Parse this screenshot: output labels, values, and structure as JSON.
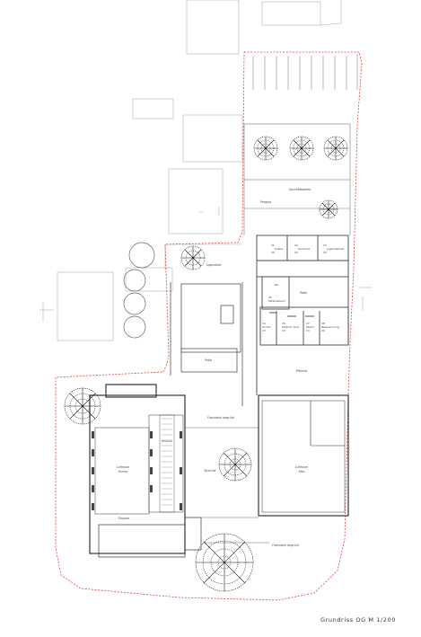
{
  "caption": "Grundriss OG M 1/200",
  "labels": {
    "geschaeftsstelle": "Geschäftsstelle",
    "pergola": "Pergola",
    "jugendhof": "Jugendhof",
    "room_1_no": "21",
    "room_1_name": "Küster",
    "room_1_area": "25",
    "room_2_no": "22",
    "room_2_name": "Kantorat",
    "room_2_area": "25",
    "room_3_no": "23",
    "room_3_name": "Jugendarbeit",
    "room_3_area": "25",
    "wc": "WC",
    "patio_upper": "Patio",
    "meeting_no": "25",
    "meeting_name": "Mitarbeiterin",
    "room_4_no": "24",
    "room_4_name": "Archiv",
    "room_4_area": "13",
    "room_5_no": "26",
    "room_5_name": "Pastorin Süd",
    "room_5_area": "15",
    "room_6_no": "27",
    "room_6_name": "Pastor",
    "room_6_area": "13",
    "room_7_no": "28",
    "room_7_name": "Besprechung",
    "room_7_area": "20",
    "patio_lower": "Patio",
    "pfarrhof": "Pfarrhof",
    "flachdach_top": "Flachdach begrünt",
    "empore": "Empore",
    "luftraum_kirche_1": "Luftraum",
    "luftraum_kirche_2": "Kirche",
    "empore_bottom": "Empore",
    "kirchhof": "Kirchhof",
    "luftraum_saal_1": "Luftraum",
    "luftraum_saal_2": "Säle",
    "flachdach_bottom": "Flachdach begrünt"
  },
  "colors": {
    "line": "#555555",
    "light_line": "#9a9a9a",
    "boundary": "#e04040",
    "tree": "#111111"
  }
}
